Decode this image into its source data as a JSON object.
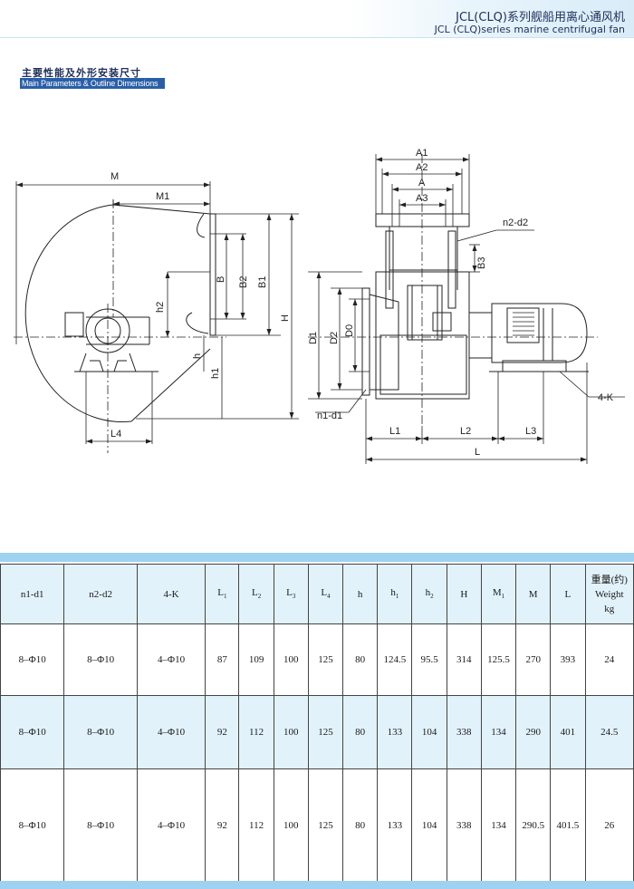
{
  "header": {
    "title_cn": "JCL(CLQ)系列舰船用离心通风机",
    "title_en": "JCL (CLQ)series marine centrifugal fan"
  },
  "section": {
    "title_cn": "主要性能及外形安装尺寸",
    "title_en": "Main Parameters & Outline Dimensions"
  },
  "drawing_labels": {
    "M": "M",
    "M1": "M1",
    "B": "B",
    "B2": "B2",
    "B1": "B1",
    "H": "H",
    "h2": "h2",
    "h": "h",
    "h1": "h1",
    "L4": "L4",
    "A1": "A1",
    "A2": "A2",
    "A": "A",
    "A3": "A3",
    "n2d2": "n2-d2",
    "B3": "B3",
    "D1": "D1",
    "D2": "D2",
    "D0": "D0",
    "n1d1": "n1-d1",
    "L1": "L1",
    "L2": "L2",
    "L3": "L3",
    "L": "L",
    "K4": "4-K"
  },
  "table": {
    "headers": {
      "n1d1": "n1-d1",
      "n2d2": "n2-d2",
      "k4": "4-K",
      "L1_main": "L",
      "L1_sub": "1",
      "L2_main": "L",
      "L2_sub": "2",
      "L3_main": "L",
      "L3_sub": "3",
      "L4_main": "L",
      "L4_sub": "4",
      "h": "h",
      "h1_main": "h",
      "h1_sub": "1",
      "h2_main": "h",
      "h2_sub": "2",
      "H": "H",
      "M1_main": "M",
      "M1_sub": "1",
      "M": "M",
      "L": "L",
      "weight_cn": "重量(约)",
      "weight_en": "Weight",
      "weight_unit": "kg"
    },
    "rows": [
      [
        "8–Φ10",
        "8–Φ10",
        "4–Φ10",
        "87",
        "109",
        "100",
        "125",
        "80",
        "124.5",
        "95.5",
        "314",
        "125.5",
        "270",
        "393",
        "24"
      ],
      [
        "8–Φ10",
        "8–Φ10",
        "4–Φ10",
        "92",
        "112",
        "100",
        "125",
        "80",
        "133",
        "104",
        "338",
        "134",
        "290",
        "401",
        "24.5"
      ],
      [
        "8–Φ10",
        "8–Φ10",
        "4–Φ10",
        "92",
        "112",
        "100",
        "125",
        "80",
        "133",
        "104",
        "338",
        "134",
        "290.5",
        "401.5",
        "26"
      ]
    ]
  },
  "colors": {
    "header_band": "#e3f1fa",
    "table_bar": "#9fd2f0",
    "table_row_alt": "#e2f2fb",
    "section_blue": "#2a5fa8"
  }
}
